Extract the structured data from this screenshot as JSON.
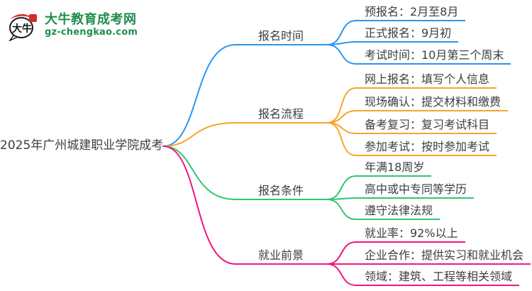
{
  "logo": {
    "mark_text": "大牛",
    "site_name": "大牛教育成考网",
    "site_url": "gz-chengkao.com",
    "brand_color": "#1e8e4d",
    "seal_color": "#c8302e"
  },
  "mindmap": {
    "root_label": "2025年广州城建职业学院成考",
    "text_color": "#3d3d3d",
    "branches": [
      {
        "label": "报名时间",
        "color": "#2e95f1",
        "leaves": [
          "预报名：2月至8月",
          "正式报名：9月初",
          "考试时间：10月第三个周末"
        ]
      },
      {
        "label": "报名流程",
        "color": "#f8a42b",
        "leaves": [
          "网上报名：填写个人信息",
          "现场确认：提交材料和缴费",
          "备考复习：复习考试科目",
          "参加考试：按时参加考试"
        ]
      },
      {
        "label": "报名条件",
        "color": "#33c471",
        "leaves": [
          "年满18周岁",
          "高中或中专同等学历",
          "遵守法律法规"
        ]
      },
      {
        "label": "就业前景",
        "color": "#f0187c",
        "leaves": [
          "就业率：92%以上",
          "企业合作：提供实习和就业机会",
          "领域：建筑、工程等相关领域"
        ]
      }
    ]
  }
}
